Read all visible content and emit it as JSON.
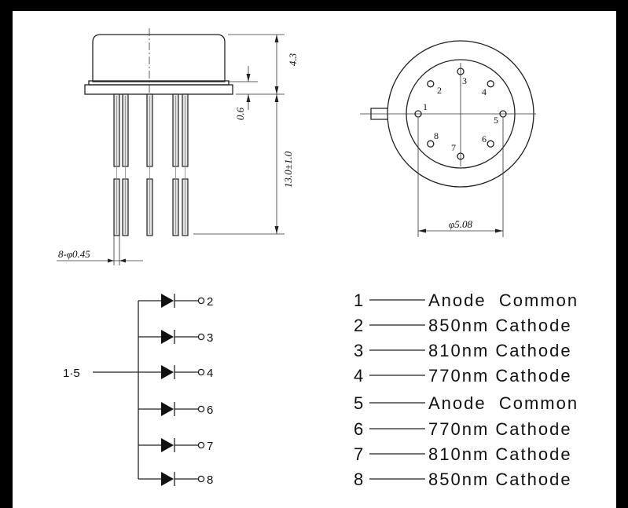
{
  "side_view": {
    "height_label": "4.3",
    "flange_label": "0.6",
    "lead_length_label": "13.0±1.0",
    "lead_diameter_label": "8-φ0.45"
  },
  "top_view": {
    "pin_labels": [
      "1",
      "2",
      "3",
      "4",
      "5",
      "6",
      "7",
      "8"
    ],
    "pin_circle_label": "φ5.08"
  },
  "schematic": {
    "common_label": "1·5",
    "output_labels": [
      "2",
      "3",
      "4",
      "6",
      "7",
      "8"
    ]
  },
  "pin_list": [
    {
      "pin": "1",
      "function": "Anode  Common"
    },
    {
      "pin": "2",
      "function": "850nm Cathode"
    },
    {
      "pin": "3",
      "function": "810nm Cathode"
    },
    {
      "pin": "4",
      "function": "770nm Cathode"
    },
    {
      "pin": "5",
      "function": "Anode  Common"
    },
    {
      "pin": "6",
      "function": "770nm Cathode"
    },
    {
      "pin": "7",
      "function": "810nm Cathode"
    },
    {
      "pin": "8",
      "function": "850nm Cathode"
    }
  ]
}
